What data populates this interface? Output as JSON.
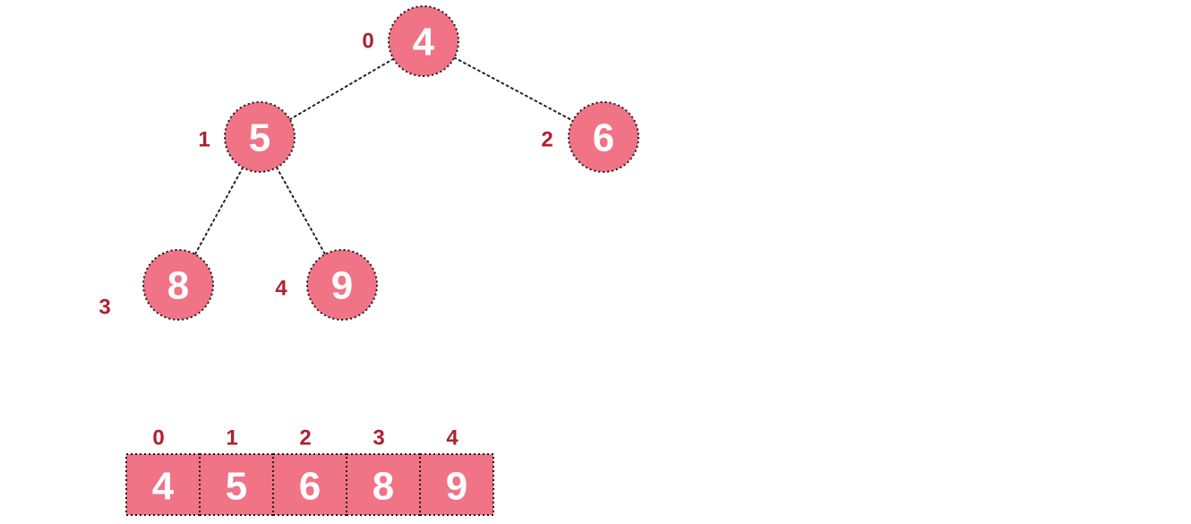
{
  "colors": {
    "node_fill": "#f07386",
    "index_label": "#b0202e"
  },
  "tree": {
    "nodes": [
      {
        "index": "0",
        "value": "4"
      },
      {
        "index": "1",
        "value": "5"
      },
      {
        "index": "2",
        "value": "6"
      },
      {
        "index": "3",
        "value": "8"
      },
      {
        "index": "4",
        "value": "9"
      }
    ],
    "edges": [
      {
        "from": 0,
        "to": 1
      },
      {
        "from": 0,
        "to": 2
      },
      {
        "from": 1,
        "to": 3
      },
      {
        "from": 1,
        "to": 4
      }
    ]
  },
  "array": {
    "cells": [
      {
        "index": "0",
        "value": "4"
      },
      {
        "index": "1",
        "value": "5"
      },
      {
        "index": "2",
        "value": "6"
      },
      {
        "index": "3",
        "value": "8"
      },
      {
        "index": "4",
        "value": "9"
      }
    ]
  }
}
